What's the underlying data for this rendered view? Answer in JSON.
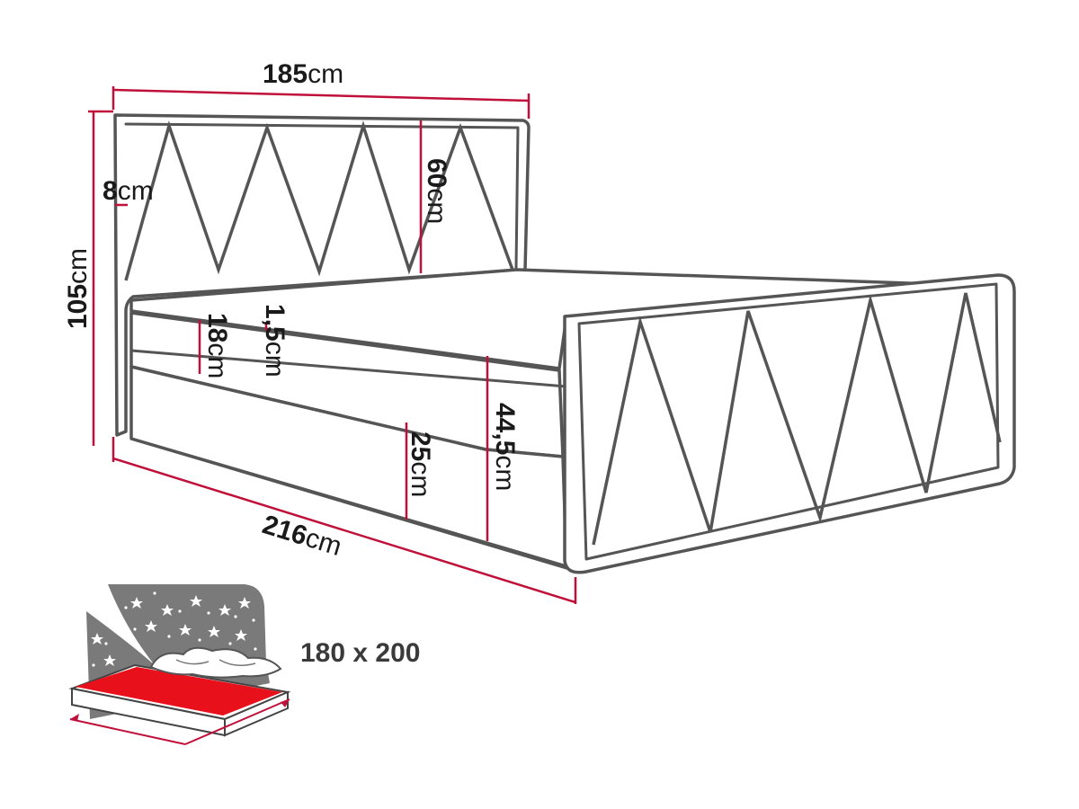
{
  "dimensions": {
    "width": {
      "num": "185",
      "unit": "cm"
    },
    "length": {
      "num": "216",
      "unit": "cm"
    },
    "total_height": {
      "num": "105",
      "unit": "cm"
    },
    "headboard_thick": {
      "num": "8",
      "unit": "cm"
    },
    "headboard_height": {
      "num": "60",
      "unit": "cm"
    },
    "mattress": {
      "num": "18",
      "unit": "cm"
    },
    "topper": {
      "num": "1,5",
      "unit": "cm"
    },
    "base": {
      "num": "25",
      "unit": "cm"
    },
    "side_height": {
      "num": "44,5",
      "unit": "cm"
    }
  },
  "mattress_size": "180 x 200",
  "colors": {
    "dimension_line": "#c0103a",
    "outline": "#555555",
    "mattress_accent": "#e8101a",
    "night_sky": "#7a7a7a"
  },
  "icons": [
    "bed-outline-drawing",
    "mattress-night-icon"
  ]
}
